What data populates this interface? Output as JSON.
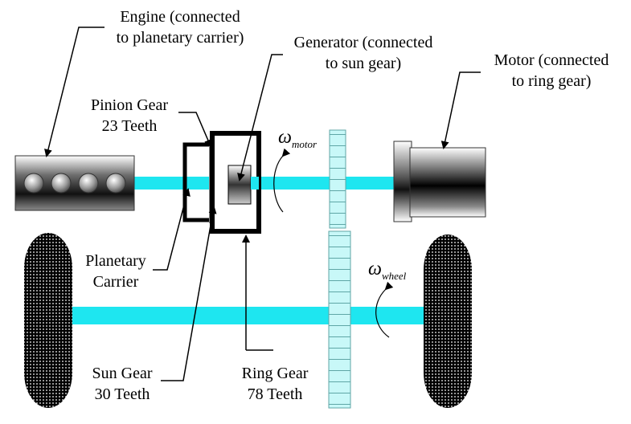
{
  "labels": {
    "engine": [
      "Engine (connected",
      "to planetary carrier)"
    ],
    "generator": [
      "Generator (connected",
      "to sun gear)"
    ],
    "motor": [
      "Motor (connected",
      "to ring gear)"
    ],
    "pinion": [
      "Pinion Gear",
      "23 Teeth"
    ],
    "planetary": [
      "Planetary",
      "Carrier"
    ],
    "sun": [
      "Sun Gear",
      "30 Teeth"
    ],
    "ring": [
      "Ring Gear",
      "78 Teeth"
    ]
  },
  "omega": {
    "symbol": "ω",
    "motor_sub": "motor",
    "wheel_sub": "wheel"
  },
  "colors": {
    "shaft": "#1ee6f0",
    "gear_teeth": "#c8f8f8",
    "outline": "#000000"
  }
}
